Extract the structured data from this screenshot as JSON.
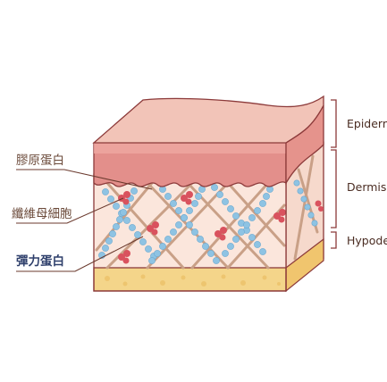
{
  "labels": {
    "collagen": "膠原蛋白",
    "fibroblast": "纖維母細胞",
    "elastin": "彈力蛋白"
  },
  "layers": {
    "epidermis": "Epidern",
    "dermis": "Dermis",
    "hypodermis": "Hypode"
  },
  "colors": {
    "epidermis_top": "#f2c4b8",
    "epidermis_band": "#e38f8b",
    "dermis_fill": "#fbe6dc",
    "collagen_fiber": "#c9a087",
    "elastin_bead": "#8ec3e3",
    "fibroblast_cell": "#d9525e",
    "fat_layer": "#f4d58a",
    "outline": "#8c3a3a",
    "bracket": "#8c3a3a",
    "elastin_label": "#2e3f6b"
  }
}
